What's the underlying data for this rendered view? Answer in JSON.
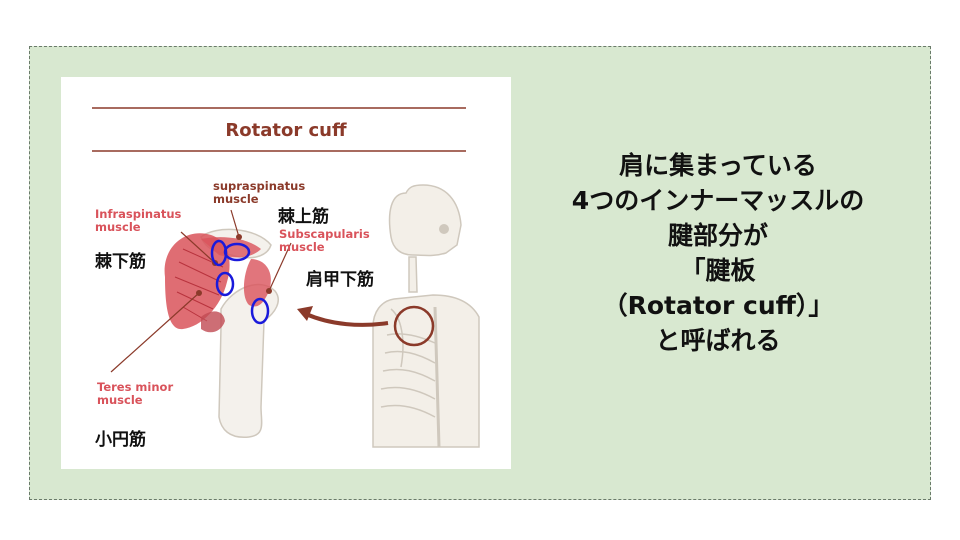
{
  "figure": {
    "title": "Rotator cuff",
    "labels": {
      "supraspinatus": [
        "supraspinatus",
        "muscle"
      ],
      "infraspinatus": [
        "Infraspinatus",
        "muscle"
      ],
      "subscapularis": [
        "Subscapularis",
        "muscle"
      ],
      "teres_minor": [
        "Teres minor",
        "muscle"
      ]
    },
    "jp_labels": {
      "supraspinatus": "棘上筋",
      "infraspinatus": "棘下筋",
      "subscapularis": "肩甲下筋",
      "teres_minor": "小円筋"
    }
  },
  "caption": {
    "lines": [
      "肩に集まっている",
      "4つのインナーマッスルの",
      "腱部分が",
      "「腱板",
      "（Rotator cuff）」",
      "と呼ばれる"
    ]
  },
  "colors": {
    "panel_bg": "#d8e8d0",
    "accent_brown": "#8b3a2a",
    "muscle_red": "#d9535b",
    "highlight_blue": "#1a1adb"
  }
}
